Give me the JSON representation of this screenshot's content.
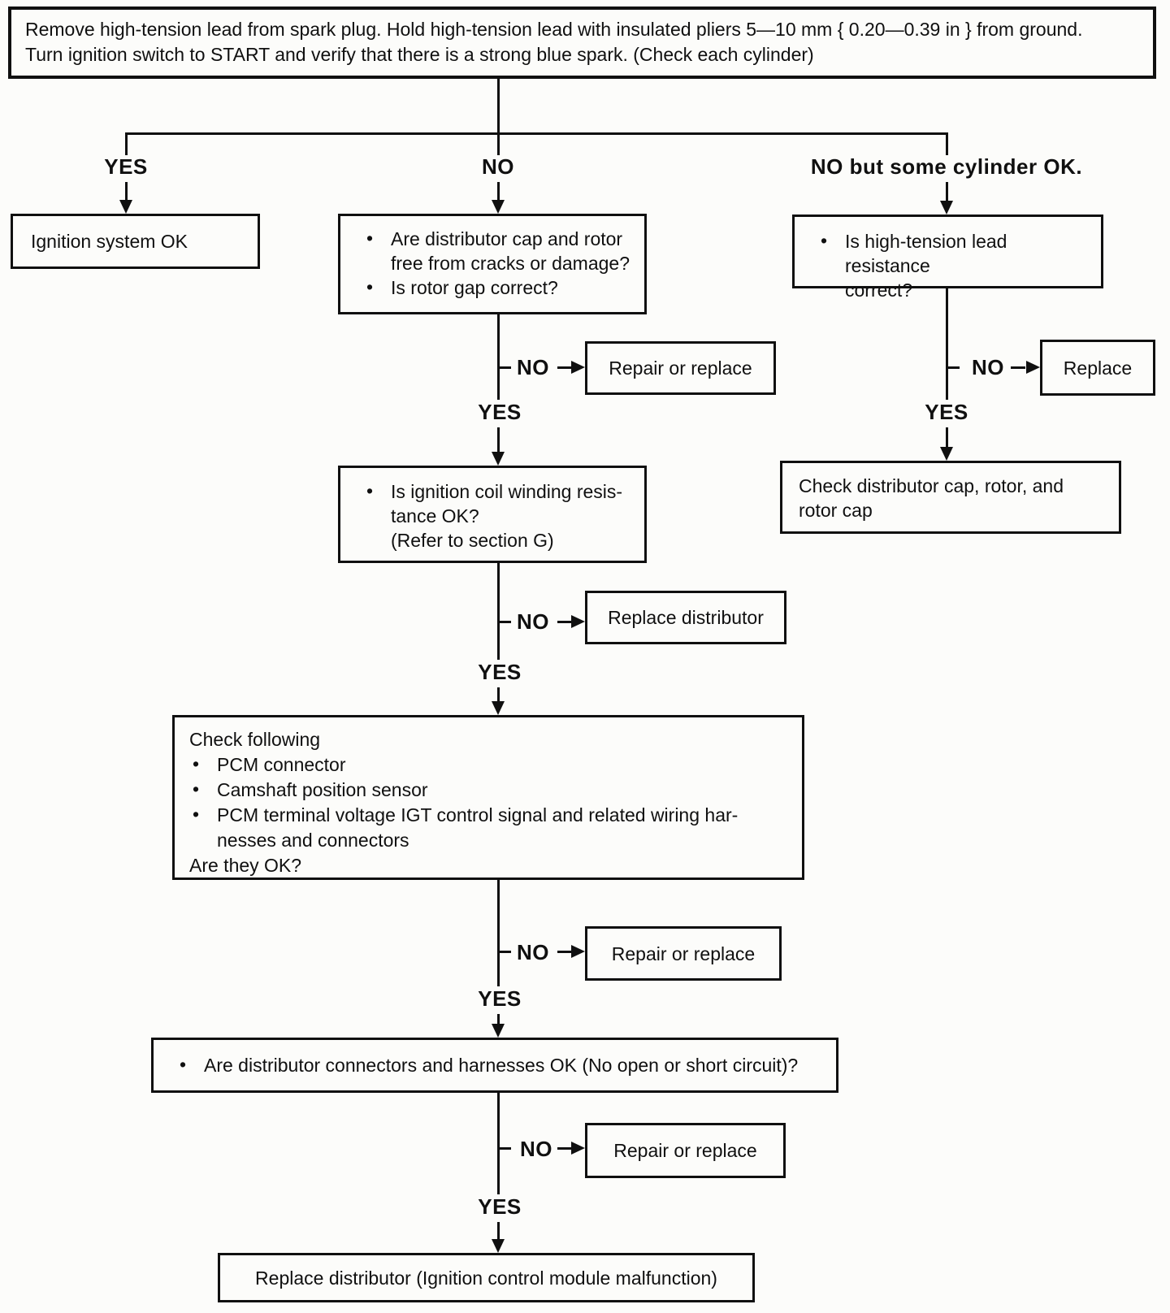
{
  "start": {
    "text": "Remove high-tension lead from spark plug. Hold high-tension lead with insulated pliers 5—10 mm { 0.20—0.39 in } from ground.\nTurn ignition switch to START and verify that there is a strong blue spark. (Check each cylinder)"
  },
  "labels": {
    "yes": "YES",
    "no": "NO",
    "no_but_some": "NO but some cylinder OK."
  },
  "nodes": {
    "ignition_ok": {
      "text": "Ignition system OK"
    },
    "cap_rotor": {
      "paras": [
        {
          "bullet": true,
          "text": "Are distributor cap and rotor\nfree from cracks or damage?"
        },
        {
          "bullet": true,
          "text": "Is rotor gap correct?"
        }
      ]
    },
    "lead_resistance": {
      "paras": [
        {
          "bullet": true,
          "text": "Is high-tension lead resistance\ncorrect?"
        }
      ]
    },
    "repair_or_replace_1": {
      "text": "Repair or replace"
    },
    "replace": {
      "text": "Replace"
    },
    "coil_winding": {
      "paras": [
        {
          "bullet": true,
          "text": "Is ignition coil winding resis-\ntance OK?\n(Refer to section G)"
        }
      ]
    },
    "check_cap_rotor": {
      "text": "Check distributor cap, rotor, and\nrotor cap"
    },
    "replace_distributor": {
      "text": "Replace distributor"
    },
    "check_following": {
      "paras": [
        {
          "bullet": false,
          "text": "Check following"
        },
        {
          "bullet": true,
          "text": "PCM connector"
        },
        {
          "bullet": true,
          "text": "Camshaft position sensor"
        },
        {
          "bullet": true,
          "text": "PCM terminal voltage IGT control signal and related wiring har-\nnesses and connectors"
        },
        {
          "bullet": false,
          "text": "Are they OK?"
        }
      ]
    },
    "repair_or_replace_2": {
      "text": "Repair or replace"
    },
    "connectors_harnesses": {
      "paras": [
        {
          "bullet": true,
          "text": "Are distributor connectors and harnesses OK (No open or short circuit)?"
        }
      ]
    },
    "repair_or_replace_3": {
      "text": "Repair or replace"
    },
    "final": {
      "text": "Replace distributor (Ignition control module malfunction)"
    }
  }
}
